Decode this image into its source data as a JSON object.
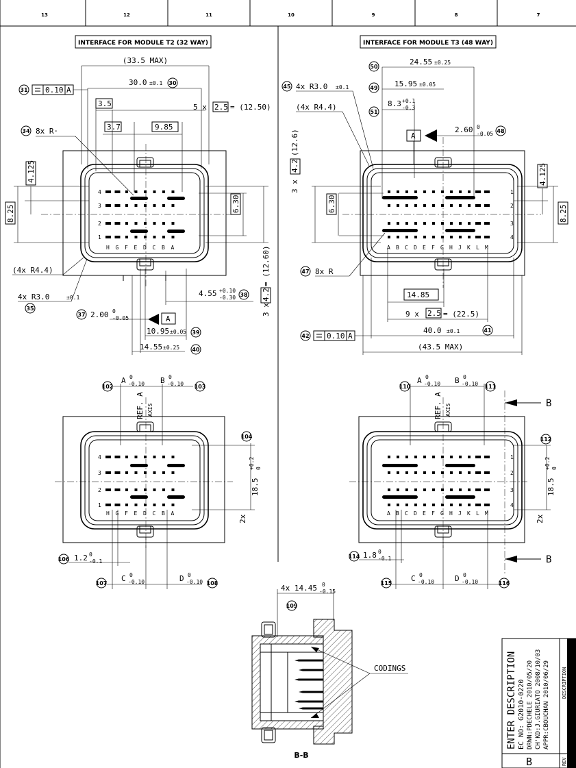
{
  "zones": [
    "13",
    "12",
    "11",
    "10",
    "9",
    "8",
    "7"
  ],
  "left_view": {
    "title": "INTERFACE FOR MODULE T2 (32 WAY)",
    "dims": {
      "max_width": "(33.5  MAX)",
      "width_30": "30.0",
      "tol_30": "±0.1",
      "flat_tol": "0.10",
      "datum": "A",
      "d35": "3.5",
      "d37": "3.7",
      "d985": "9.85",
      "pitch": "5 x",
      "pitch_box": "2.5",
      "pitch_total": "= (12.50)",
      "radius_8x": "8x  R·",
      "r44": "(4x  R4.4)",
      "r30": "4x  R3.0",
      "r30_tol": "±0.1",
      "d4125": "4.125",
      "d825": "8.25",
      "d630": "6.30",
      "vert_pitch": "3 x",
      "vert_box": "4.2",
      "vert_total": "= (12.60)",
      "d455": "4.55",
      "d455_tol_up": "+0.10",
      "d455_tol_dn": "-0.30",
      "d200": "2.00",
      "tol_0": "0",
      "tol_m005": "-0.05",
      "d1095": "10.95",
      "tol_005": "±0.05",
      "d1455": "14.55",
      "tol_025": "±0.25"
    },
    "rows": [
      "4",
      "3",
      "2",
      "1"
    ],
    "cols": [
      "H",
      "G",
      "F",
      "E",
      "D",
      "C",
      "B",
      "A"
    ],
    "bubbles": {
      "b31": "31",
      "b30": "30",
      "b34": "34",
      "b35": "35",
      "b37": "37",
      "b38": "38",
      "b39": "39",
      "b40": "40"
    }
  },
  "right_view": {
    "title": "INTERFACE FOR MODULE T3 (48 WAY)",
    "dims": {
      "d2455": "24.55",
      "tol_025": "±0.25",
      "r30": "4x  R3.0",
      "r30_tol": "±0.1",
      "d1595": "15.95",
      "tol_005": "±0.05",
      "r44": "(4x  R4.4)",
      "d83": "8.3",
      "d83_up": "+0.1",
      "d83_dn": "-0.3",
      "datum": "A",
      "d260": "2.60",
      "tol_0": "0",
      "tol_m005": "-0.05",
      "vert_pitch": "3 x",
      "vert_box": "4.2",
      "vert_total": "(12.6)",
      "d630": "6.30",
      "d4125": "4.125",
      "d825": "8.25",
      "radius_8x": "8x  R",
      "d1485": "14.85",
      "pitch": "9  x",
      "pitch_box": "2.5",
      "pitch_total": "= (22.5)",
      "width_40": "40.0",
      "tol_01": "±0.1",
      "flat_tol": "0.10",
      "max_width": "(43.5  MAX)"
    },
    "rows": [
      "1",
      "2",
      "3",
      "4"
    ],
    "cols": [
      "A",
      "B",
      "C",
      "D",
      "E",
      "F",
      "G",
      "H",
      "J",
      "K",
      "L",
      "M"
    ],
    "bubbles": {
      "b50": "50",
      "b45": "45",
      "b49": "49",
      "b51": "51",
      "b48": "48",
      "b47": "47",
      "b41": "41",
      "b42": "42"
    }
  },
  "lower_left": {
    "a_label": "A",
    "b_label": "B",
    "c_label": "C",
    "d_label": "D",
    "tol_0": "0",
    "tol_m010": "-0.10",
    "ref_a": "REF. A",
    "axis": "AXIS",
    "d185": "18.5",
    "d185_up": "+0.2",
    "d185_dn": "0",
    "x2": "2x",
    "d12": "1.2",
    "d12_tol": "-0.1",
    "bubbles": {
      "b102": "102",
      "b103": "103",
      "b104": "104",
      "b106": "106",
      "b107": "107",
      "b108": "108"
    }
  },
  "lower_right": {
    "a_label": "A",
    "b_label": "B",
    "c_label": "C",
    "d_label": "D",
    "tol_0": "0",
    "tol_m010": "-0.10",
    "ref_a": "REF. A",
    "axis": "AXIS",
    "d185": "18.5",
    "d185_up": "+0.2",
    "d185_dn": "0",
    "x2": "2x",
    "d18": "1.8",
    "d18_tol": "-0.1",
    "section_b": "B",
    "bubbles": {
      "b110": "110",
      "b111": "111",
      "b112": "112",
      "b114": "114",
      "b115": "115",
      "b116": "116"
    }
  },
  "section": {
    "dim": "4x 14.45",
    "dim_up": "0",
    "dim_dn": "-0.15",
    "bubble": "109",
    "codings": "CODINGS",
    "label": "B-B"
  },
  "title_block": {
    "enter": "ENTER  DESCRIPTION",
    "ec": "EC  NO:  G2010-0220",
    "drwn": "DRWN:PDECHELE     2010/05/20",
    "chkd": "CH'KD:J.GIURIATO    2008/10/03",
    "appr": "APPR:CBOUCHAN     2010/06/29",
    "rev": "B",
    "rev_label": "REV",
    "desc_label": "DESCRIPTION"
  }
}
